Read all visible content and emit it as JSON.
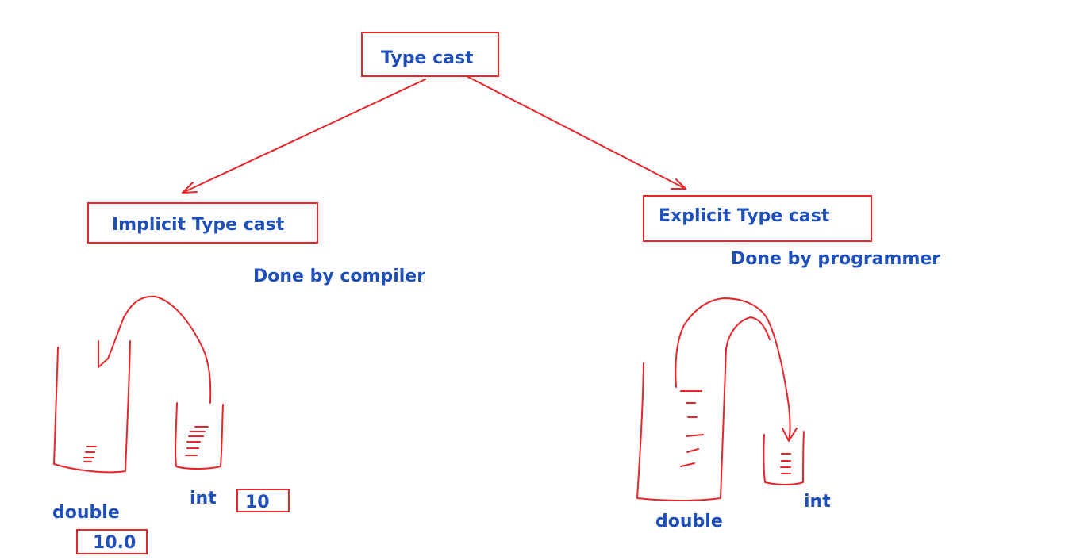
{
  "diagram": {
    "root": {
      "label": "Type cast"
    },
    "branches": [
      {
        "label": "Implicit Type cast",
        "note": "Done by compiler",
        "containers": {
          "large": "double",
          "small": "int"
        },
        "values": {
          "small": "10",
          "large": "10.0"
        }
      },
      {
        "label": "Explicit Type cast",
        "note": "Done by programmer",
        "containers": {
          "large": "double",
          "small": "int"
        }
      }
    ]
  },
  "colors": {
    "ink": "#e8262a",
    "text": "#1f4fb8",
    "background": "#ffffff"
  }
}
